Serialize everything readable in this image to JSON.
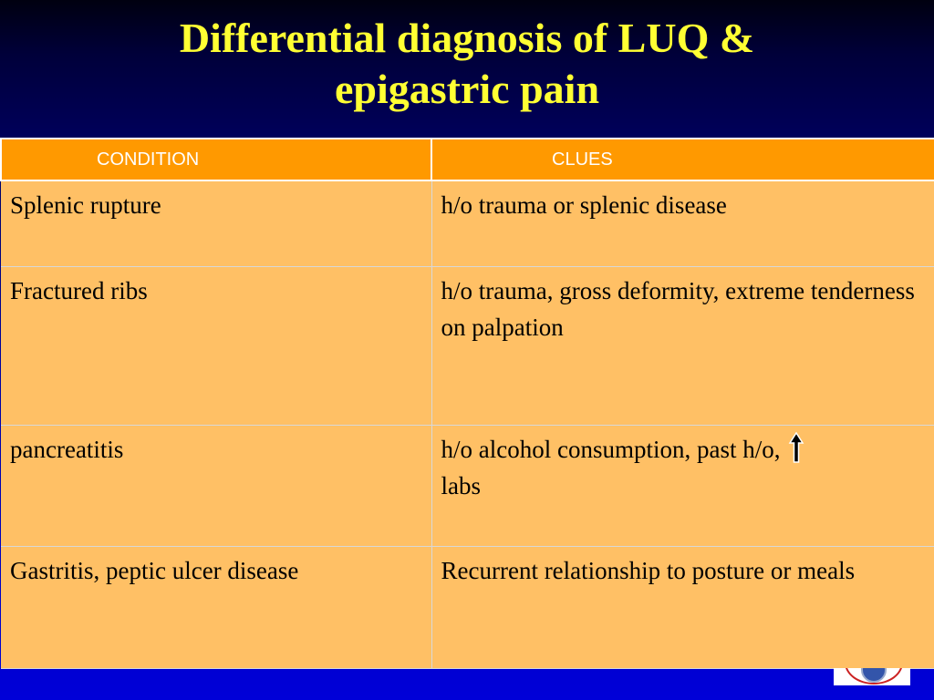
{
  "slide": {
    "title_line1": "Differential diagnosis of LUQ &",
    "title_line2": "epigastric pain",
    "colors": {
      "background_top": "#000010",
      "background_bottom": "#0000d8",
      "title": "#ffff33",
      "header_fill": "#ff9900",
      "cell_fill": "#ffc065"
    }
  },
  "table": {
    "headers": {
      "condition": "CONDITION",
      "clues": "CLUES"
    },
    "rows": [
      {
        "condition": "Splenic rupture",
        "clues": "h/o trauma or splenic disease"
      },
      {
        "condition": "Fractured ribs",
        "clues": "h/o trauma, gross deformity, extreme tenderness on palpation"
      },
      {
        "condition": "pancreatitis",
        "clues_before_icon": "h/o alcohol consumption, past h/o,",
        "clues_icon": "up-arrow-icon",
        "clues_after_icon": "labs"
      },
      {
        "condition": "Gastritis, peptic ulcer disease",
        "clues": "Recurrent relationship to posture or meals"
      }
    ]
  },
  "logo_icon": "institution-emblem-icon"
}
